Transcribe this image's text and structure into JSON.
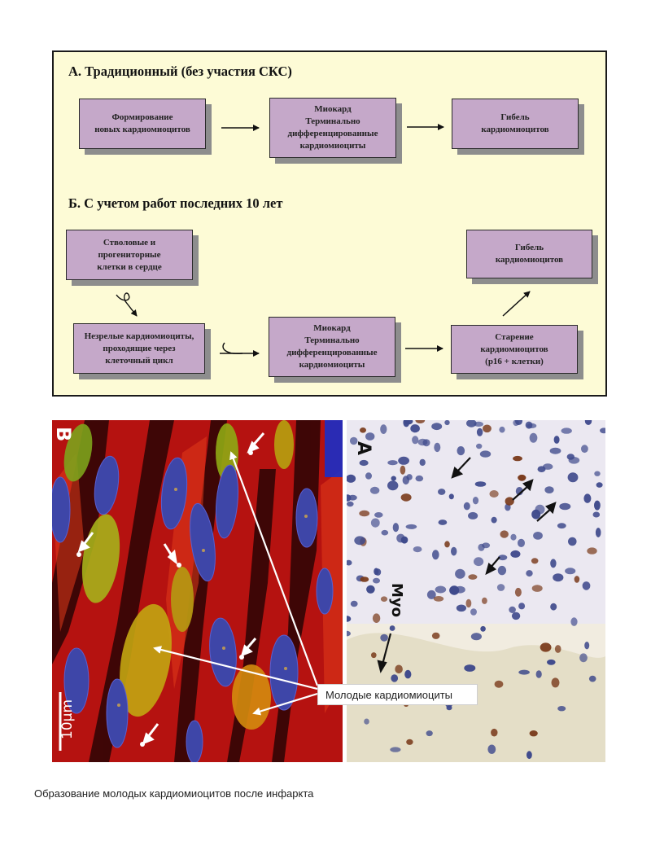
{
  "section_a": {
    "heading": "А. Традиционный (без участия СКС)",
    "boxes": [
      "Формирование\nновых кардиомиоцитов",
      "Миокард\nТерминально\nдифференцированные\nкардиомиоциты",
      "Гибель\nкардиомиоцитов"
    ]
  },
  "section_b": {
    "heading": "Б. С учетом работ последних 10 лет",
    "boxes": [
      "Стволовые и\nпрогениторные\nклетки в сердце",
      "Незрелые кардиомиоциты,\nпроходящие через\nклеточный цикл",
      "Миокард\nТерминально\nдифференцированные\nкардиомиоциты",
      "Старение\nкардиомиоцитов\n(p16 + клетки)",
      "Гибель\nкардиомиоцитов"
    ]
  },
  "micrographs": {
    "left_label": "B",
    "right_label": "A",
    "scale_label": "10μm",
    "myo_label": "Myo",
    "callout": "Молодые кардиомиоциты"
  },
  "caption": "Образование молодых кардиомиоцитов после инфаркта",
  "colors": {
    "panel_bg": "#fdfbd6",
    "box_fill": "#c5a8c9",
    "box_shadow": "#8d8d8d"
  }
}
